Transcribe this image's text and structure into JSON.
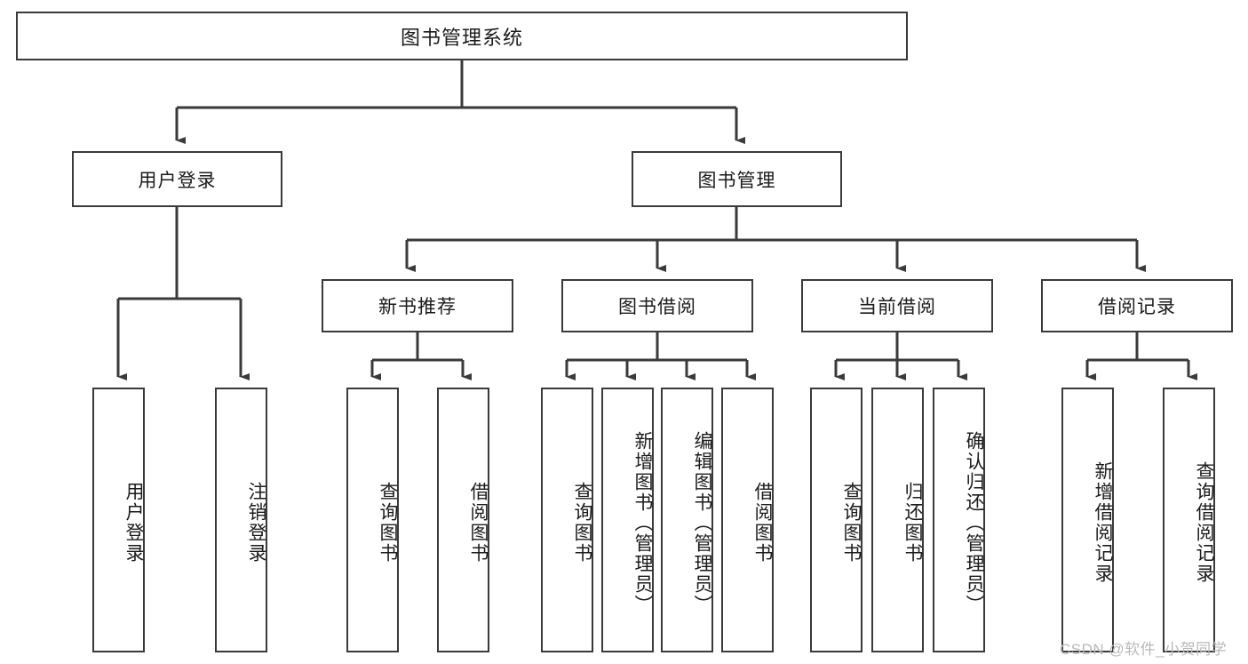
{
  "diagram": {
    "type": "hierarchy-tree",
    "title": "图书管理系统",
    "root": {
      "label": "图书管理系统"
    },
    "level2": [
      {
        "label": "用户登录"
      },
      {
        "label": "图书管理"
      }
    ],
    "level3": [
      {
        "label": "新书推荐"
      },
      {
        "label": "图书借阅"
      },
      {
        "label": "当前借阅"
      },
      {
        "label": "借阅记录"
      }
    ],
    "leaves": {
      "user_login": [
        {
          "label": "用户登录"
        },
        {
          "label": "注销登录"
        }
      ],
      "new_book_recommend": [
        {
          "label": "查询图书"
        },
        {
          "label": "借阅图书"
        }
      ],
      "book_borrow": [
        {
          "label": "查询图书"
        },
        {
          "label": "新增图书（管理员）"
        },
        {
          "label": "编辑图书（管理员）"
        },
        {
          "label": "借阅图书"
        }
      ],
      "current_borrow": [
        {
          "label": "查询图书"
        },
        {
          "label": "归还图书"
        },
        {
          "label": "确认归还（管理员）"
        }
      ],
      "borrow_record": [
        {
          "label": "新增借阅记录"
        },
        {
          "label": "查询借阅记录"
        }
      ]
    }
  },
  "watermark": {
    "text": "CSDN @软件_小贺同学"
  },
  "colors": {
    "border": "#3a3a3a",
    "text": "#1b1b1b",
    "background": "#ffffff",
    "edge": "#3a3a3a",
    "watermark": "#b9b9b9"
  }
}
